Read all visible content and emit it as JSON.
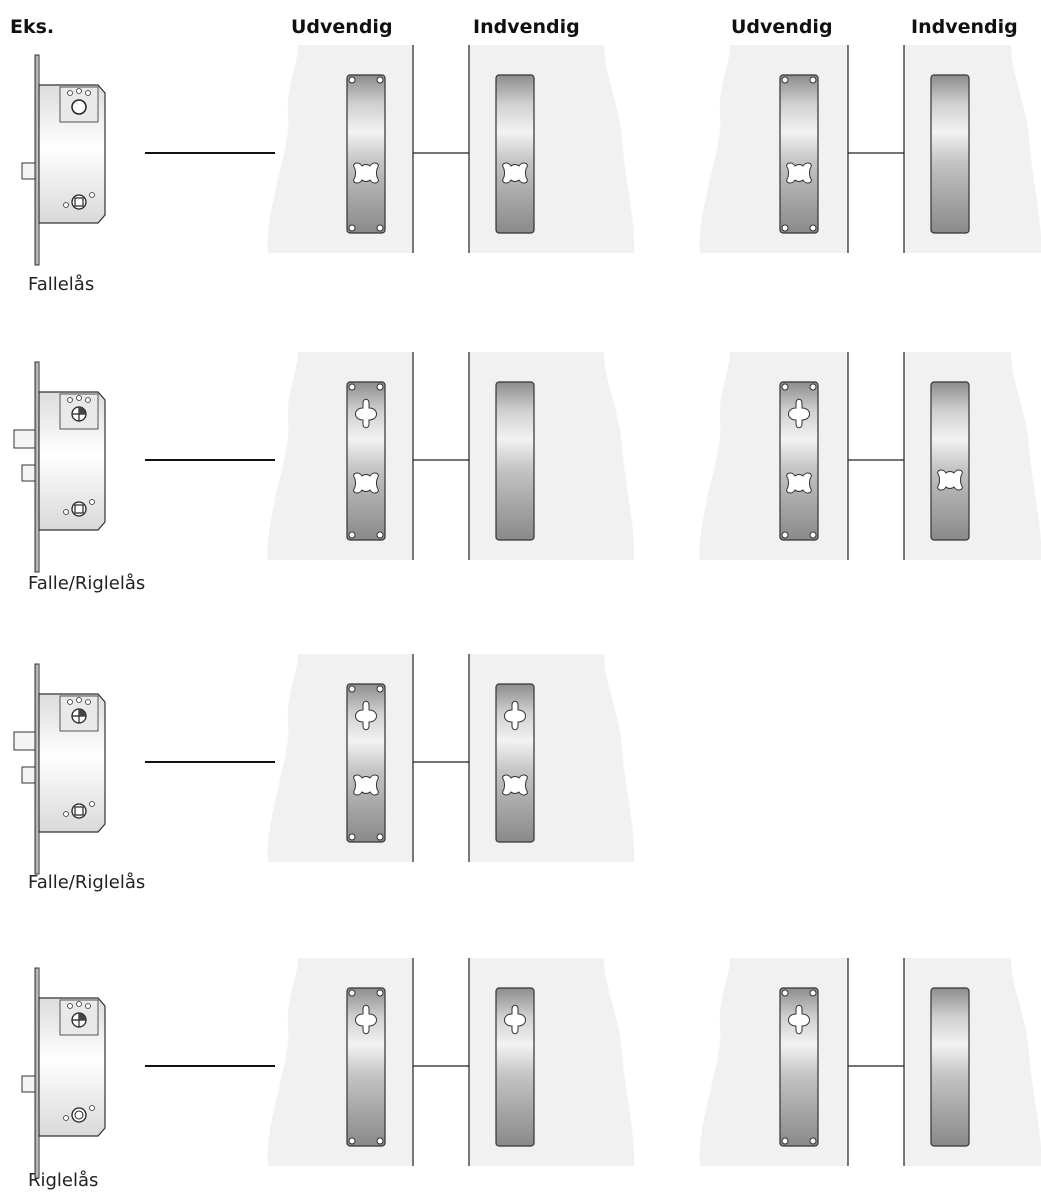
{
  "headers": {
    "example": "Eks.",
    "set1_outside": "Udvendig",
    "set1_inside": "Indvendig",
    "set2_outside": "Udvendig",
    "set2_inside": "Indvendig"
  },
  "rows": [
    {
      "label": "Fallelås",
      "lock": {
        "bolts": 1,
        "top_hole": "round-cylinder",
        "bottom_hole": "square"
      },
      "set1": {
        "outside": [
          "key-cutout"
        ],
        "inside": [
          "key-cutout"
        ]
      },
      "set2": {
        "outside": [
          "key-cutout"
        ],
        "inside": []
      }
    },
    {
      "label": "Falle/Riglelås",
      "lock": {
        "bolts": 2,
        "top_hole": "euro-cylinder",
        "bottom_hole": "square"
      },
      "set1": {
        "outside": [
          "cylinder-cutout",
          "key-cutout"
        ],
        "inside": []
      },
      "set2": {
        "outside": [
          "cylinder-cutout",
          "key-cutout"
        ],
        "inside": [
          "key-cutout"
        ]
      }
    },
    {
      "label": "Falle/Riglelås",
      "lock": {
        "bolts": 2,
        "top_hole": "euro-cylinder",
        "bottom_hole": "square"
      },
      "set1": {
        "outside": [
          "cylinder-cutout",
          "key-cutout"
        ],
        "inside": [
          "cylinder-cutout",
          "key-cutout"
        ]
      },
      "set2": null
    },
    {
      "label": "Riglelås",
      "lock": {
        "bolts": 1,
        "top_hole": "euro-cylinder",
        "bottom_hole": "round"
      },
      "set1": {
        "outside": [
          "cylinder-cutout"
        ],
        "inside": [
          "cylinder-cutout"
        ]
      },
      "set2": {
        "outside": [
          "cylinder-cutout"
        ],
        "inside": []
      }
    }
  ]
}
